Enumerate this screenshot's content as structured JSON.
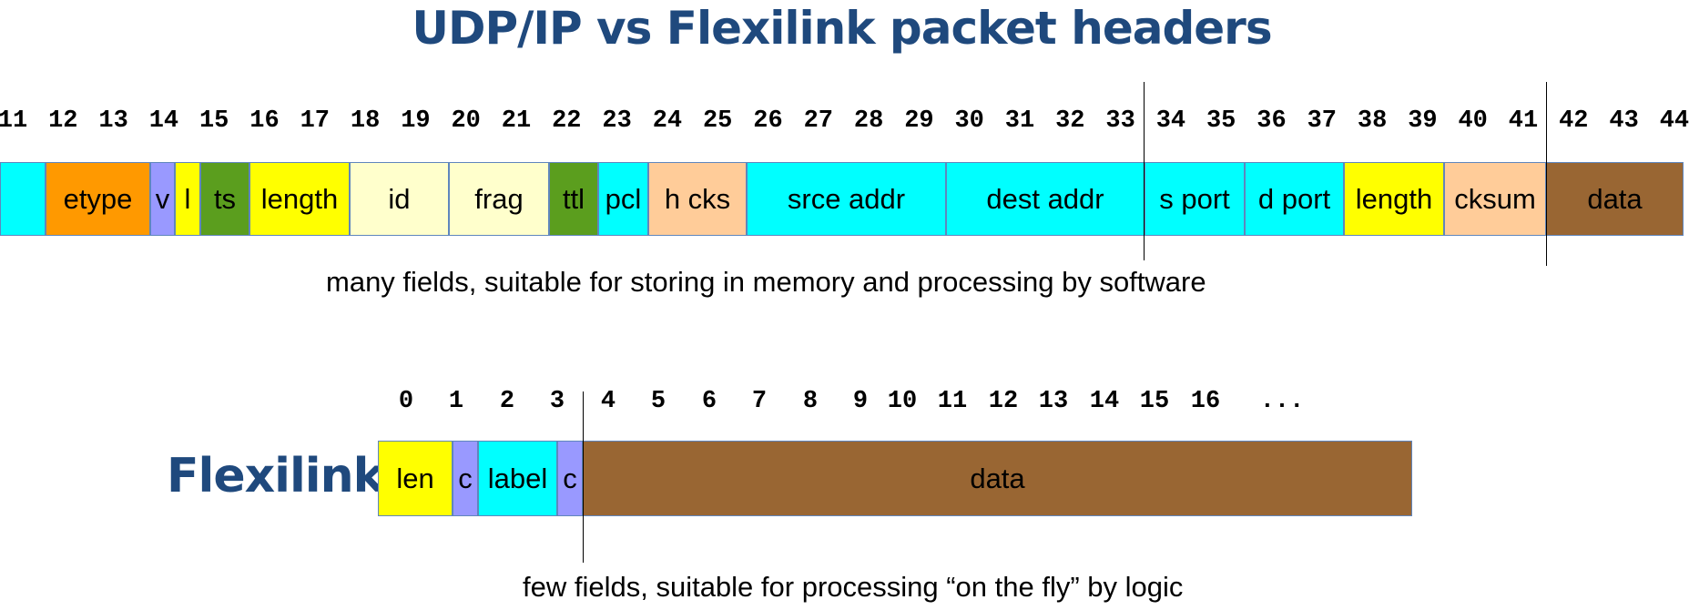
{
  "title": "UDP/IP vs Flexilink packet headers",
  "udp": {
    "ruler": [
      "11",
      "12",
      "13",
      "14",
      "15",
      "16",
      "17",
      "18",
      "19",
      "20",
      "21",
      "22",
      "23",
      "24",
      "25",
      "26",
      "27",
      "28",
      "29",
      "30",
      "31",
      "32",
      "33",
      "34",
      "35",
      "36",
      "37",
      "38",
      "39",
      "40",
      "41",
      "42",
      "43",
      "44"
    ],
    "fields": [
      {
        "label": "",
        "color": "#00ffff"
      },
      {
        "label": "etype",
        "color": "#ff9900"
      },
      {
        "label": "v",
        "color": "#9999ff"
      },
      {
        "label": "l",
        "color": "#ffff00"
      },
      {
        "label": "ts",
        "color": "#5b9e1e"
      },
      {
        "label": "length",
        "color": "#ffff00"
      },
      {
        "label": "id",
        "color": "#ffffcc"
      },
      {
        "label": "frag",
        "color": "#ffffcc"
      },
      {
        "label": "ttl",
        "color": "#5b9e1e"
      },
      {
        "label": "pcl",
        "color": "#00ffff"
      },
      {
        "label": "h cks",
        "color": "#ffcc99"
      },
      {
        "label": "srce addr",
        "color": "#00ffff"
      },
      {
        "label": "dest addr",
        "color": "#00ffff"
      },
      {
        "label": "s port",
        "color": "#00ffff"
      },
      {
        "label": "d port",
        "color": "#00ffff"
      },
      {
        "label": "length",
        "color": "#ffff00"
      },
      {
        "label": "cksum",
        "color": "#ffcc99"
      },
      {
        "label": "data",
        "color": "#996633"
      }
    ],
    "caption": "many fields, suitable for storing in memory and processing by software"
  },
  "flexilink": {
    "label": "Flexilink",
    "ruler": [
      "0",
      "1",
      "2",
      "3",
      "4",
      "5",
      "6",
      "7",
      "8",
      "9",
      "10",
      "11",
      "12",
      "13",
      "14",
      "15",
      "16",
      "..."
    ],
    "fields": [
      {
        "label": "len",
        "color": "#ffff00"
      },
      {
        "label": "c",
        "color": "#9999ff"
      },
      {
        "label": "label",
        "color": "#00ffff"
      },
      {
        "label": "c",
        "color": "#9999ff"
      },
      {
        "label": "data",
        "color": "#996633"
      }
    ],
    "caption": "few fields, suitable for processing “on the fly” by logic"
  }
}
